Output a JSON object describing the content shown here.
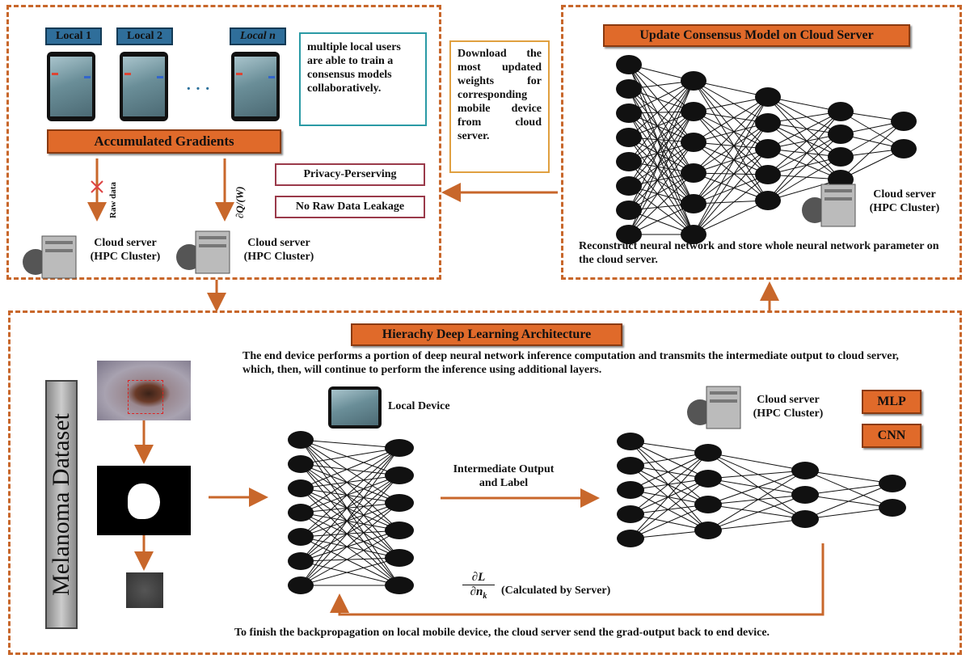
{
  "top_left": {
    "local_tags": [
      "Local 1",
      "Local 2",
      "Local n"
    ],
    "ellipsis": "· · ·",
    "description": "multiple local users are able to train a consensus models collaboratively.",
    "accumulated_label": "Accumulated Gradients",
    "raw_data_label": "Raw data",
    "gradient_label": "∂Q/(W)",
    "privacy_label": "Privacy-Perserving",
    "no_leak_label": "No Raw Data Leakage",
    "server1_label": "Cloud server (HPC Cluster)",
    "server2_label": "Cloud server (HPC Cluster)"
  },
  "download_text": "Download the most updated weights for corresponding mobile device from cloud server.",
  "top_right": {
    "title": "Update Consensus Model on Cloud Server",
    "server_label": "Cloud server (HPC Cluster)",
    "caption": "Reconstruct neural network and store whole neural network parameter on the cloud server."
  },
  "bottom": {
    "title": "Hierachy Deep Learning Architecture",
    "description": "The end device performs a portion of deep neural network inference computation and transmits the intermediate output to cloud server, which, then, will continue to perform the inference using additional layers.",
    "dataset_label": "Melanoma Dataset",
    "local_device_label": "Local Device",
    "server_label": "Cloud server (HPC Cluster)",
    "mlp_label": "MLP",
    "cnn_label": "CNN",
    "intermediate_label": "Intermediate Output and Label",
    "gradient_num": "∂L",
    "gradient_den": "∂n",
    "gradient_sub": "k",
    "calculated_label": "(Calculated by Server)",
    "footer": "To finish the backpropagation on local mobile device, the cloud server send the grad-output back to end device."
  }
}
